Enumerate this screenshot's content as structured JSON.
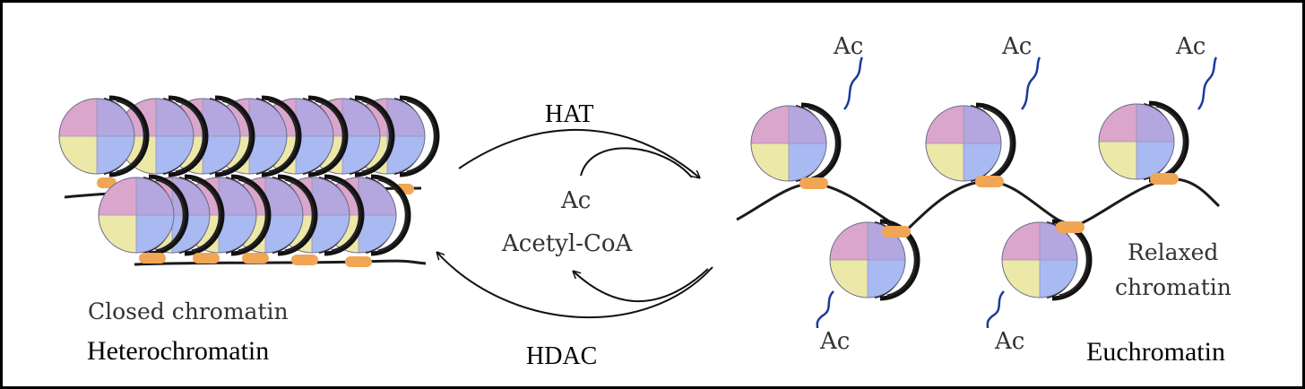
{
  "labels": {
    "closed": "Closed chromatin",
    "hetero": "Heterochromatin",
    "hat": "HAT",
    "ac_center": "Ac",
    "acetyl": "Acetyl-CoA",
    "hdac": "HDAC",
    "relaxed_line1": "Relaxed",
    "relaxed_line2": "chromatin",
    "eu": "Euchromatin",
    "ac_tag": "Ac"
  },
  "colors": {
    "pink": "#dba6cc",
    "lavender": "#b4a6de",
    "yellow": "#ece8a8",
    "blue": "#a9b9f2",
    "linker": "#f0a654",
    "dna": "#1b1b1b",
    "tail": "#1c3a9c"
  }
}
